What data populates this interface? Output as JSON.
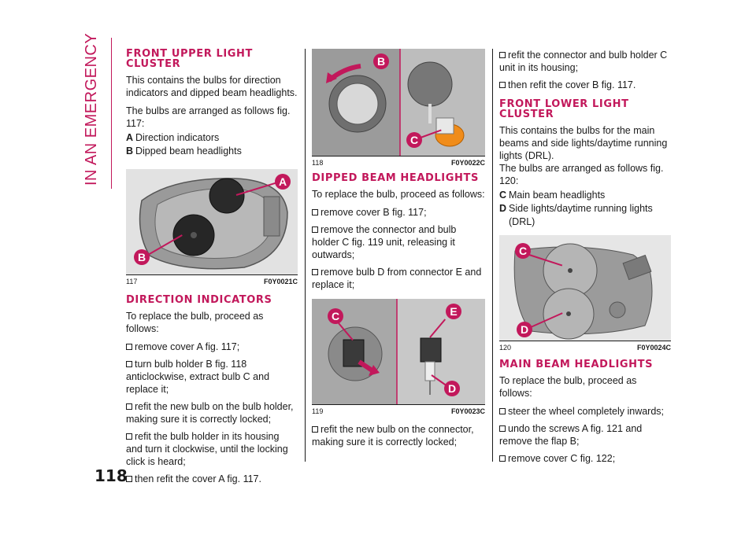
{
  "side_tab": "IN AN EMERGENCY",
  "page_number": "118",
  "col1": {
    "h_front_upper": "FRONT UPPER LIGHT CLUSTER",
    "p1": "This contains the bulbs for direction indicators and dipped beam headlights.",
    "p2": "The bulbs are arranged as follows fig. 117:",
    "list": [
      {
        "key": "A",
        "text": "Direction indicators"
      },
      {
        "key": "B",
        "text": "Dipped beam headlights"
      }
    ],
    "fig117": {
      "num": "117",
      "code": "F0Y0021C",
      "labels": [
        "A",
        "B"
      ]
    },
    "h_direction": "DIRECTION INDICATORS",
    "p3": "To replace the bulb, proceed as follows:",
    "bullets": [
      "remove cover A fig. 117;",
      "turn bulb holder B fig. 118 anticlockwise, extract bulb C and replace it;",
      "refit the new bulb on the bulb holder, making sure it is correctly locked;",
      "refit the bulb holder in its housing and turn it clockwise, until the locking click is heard;",
      "then refit the cover A fig. 117."
    ]
  },
  "col2": {
    "fig118": {
      "num": "118",
      "code": "F0Y0022C",
      "labels": [
        "B",
        "C"
      ]
    },
    "h_dipped": "DIPPED BEAM HEADLIGHTS",
    "p1": "To replace the bulb, proceed as follows:",
    "bullets": [
      "remove cover B fig. 117;",
      "remove the connector and bulb holder C fig. 119 unit, releasing it outwards;",
      "remove bulb D from connector E and replace it;"
    ],
    "fig119": {
      "num": "119",
      "code": "F0Y0023C",
      "labels": [
        "C",
        "E",
        "D"
      ]
    },
    "bullets2": [
      "refit the new bulb on the connector, making sure it is correctly locked;"
    ]
  },
  "col3": {
    "bullets": [
      "refit the connector and bulb holder C unit in its housing;",
      "then refit the cover B fig. 117."
    ],
    "h_front_lower": "FRONT LOWER LIGHT CLUSTER",
    "p1": "This contains the bulbs for the main beams and side lights/daytime running lights (DRL).",
    "p2": "The bulbs are arranged as follows fig. 120:",
    "list": [
      {
        "key": "C",
        "text": "Main beam headlights"
      },
      {
        "key": "D",
        "text": "Side lights/daytime running lights (DRL)"
      }
    ],
    "fig120": {
      "num": "120",
      "code": "F0Y0024C",
      "labels": [
        "C",
        "D"
      ]
    },
    "h_main_beam": "MAIN BEAM HEADLIGHTS",
    "p3": "To replace the bulb, proceed as follows:",
    "bullets2": [
      "steer the wheel completely inwards;",
      "undo the screws A fig. 121 and remove the flap B;",
      "remove cover C fig. 122;"
    ]
  },
  "colors": {
    "accent": "#c2185b",
    "text": "#1a1a1a"
  }
}
